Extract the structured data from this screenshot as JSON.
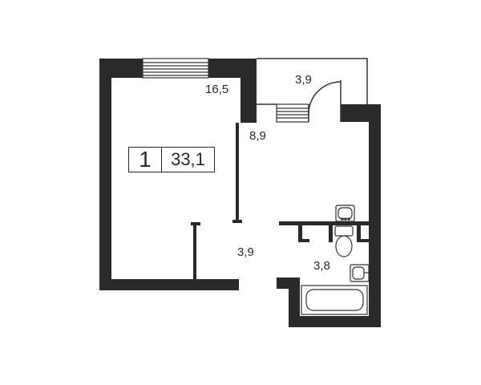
{
  "apartment": {
    "rooms_count": "1",
    "total_area": "33,1"
  },
  "rooms": {
    "living_room": "16,5",
    "balcony": "3,9",
    "kitchen": "8,9",
    "hallway": "3,9",
    "bathroom": "3,8"
  },
  "colors": {
    "wall": "#2a2a2a",
    "line": "#333333",
    "background": "#ffffff"
  }
}
